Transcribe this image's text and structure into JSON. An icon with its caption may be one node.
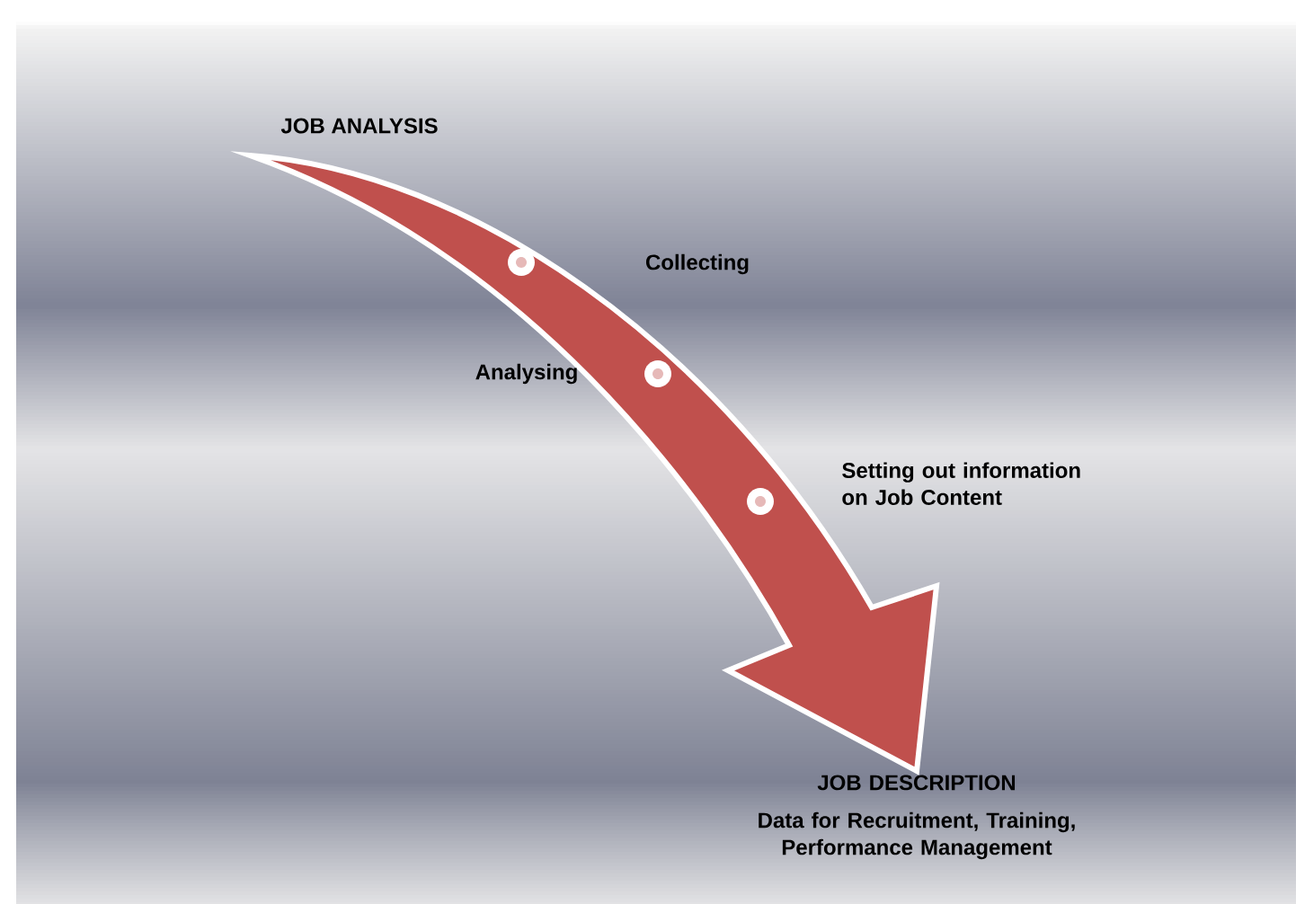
{
  "diagram": {
    "nodes": [
      {
        "text": [
          "JOB ANALYSIS"
        ]
      },
      {
        "text": [
          "JOB DESCRIPTION",
          "Data for Recruitment, Training, Performance Management"
        ]
      }
    ],
    "edges": [
      {
        "from": 0,
        "to": 1,
        "arrow": "to"
      }
    ],
    "labels": [
      "Collecting",
      "Analysing",
      "Setting out information on Job Content"
    ]
  }
}
